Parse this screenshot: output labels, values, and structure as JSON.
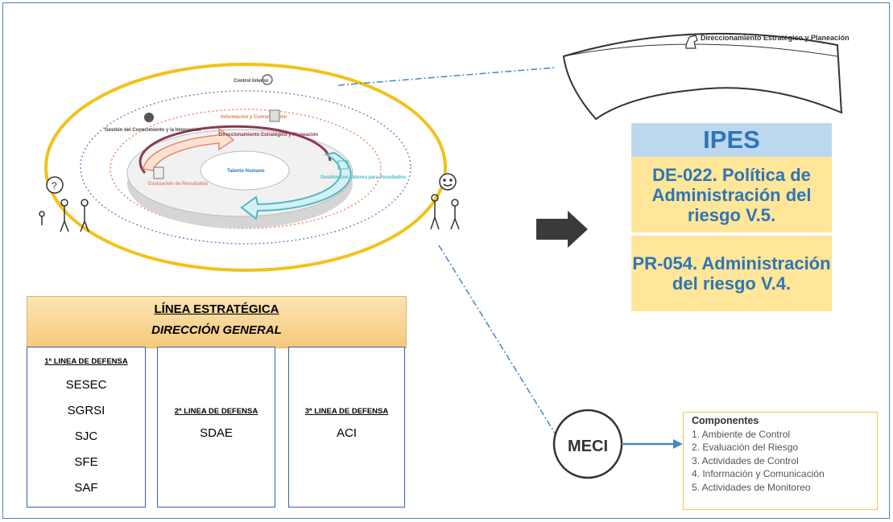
{
  "cycle": {
    "control_label": "Control Interno",
    "gestion_conocimiento": "Gestión del Conocimiento y la Innovación",
    "informacion": "Información y Comunicación",
    "direccionamiento": "Direccionamiento Estratégico y Planeación",
    "talento": "Talento Humano",
    "gestion_valores": "Gestión con Valores para Resultados",
    "evaluacion": "Evaluación de Resultados"
  },
  "banner": {
    "label": "Direccionamiento Estratégico y Planeación"
  },
  "ipes": {
    "title": "IPES",
    "doc1": "DE-022. Política de Administración del riesgo V.5.",
    "doc2": "PR-054. Administración del riesgo V.4."
  },
  "linea": {
    "title": "LÍNEA ESTRATÉGICA",
    "subtitle": "DIRECCIÓN GENERAL",
    "columns": [
      {
        "header": "1ª LINEA DE DEFENSA",
        "items": [
          "SESEC",
          "SGRSI",
          "SJC",
          "SFE",
          "SAF"
        ]
      },
      {
        "header": "2ª LINEA DE DEFENSA",
        "items": [
          "SDAE"
        ]
      },
      {
        "header": "3ª LINEA DE DEFENSA",
        "items": [
          "ACI"
        ]
      }
    ]
  },
  "meci": {
    "label": "MECI"
  },
  "components": {
    "title": "Componentes",
    "items": [
      "1. Ambiente de Control",
      "2. Evaluación del Riesgo",
      "3. Actividades de Control",
      "4. Información y Comunicación",
      "5. Actividades de Monitoreo"
    ]
  },
  "colors": {
    "yellow": "#f2c11c",
    "blue_text": "#2e75b6",
    "teal": "#4fb8c4",
    "maroon": "#8b3a4b"
  }
}
